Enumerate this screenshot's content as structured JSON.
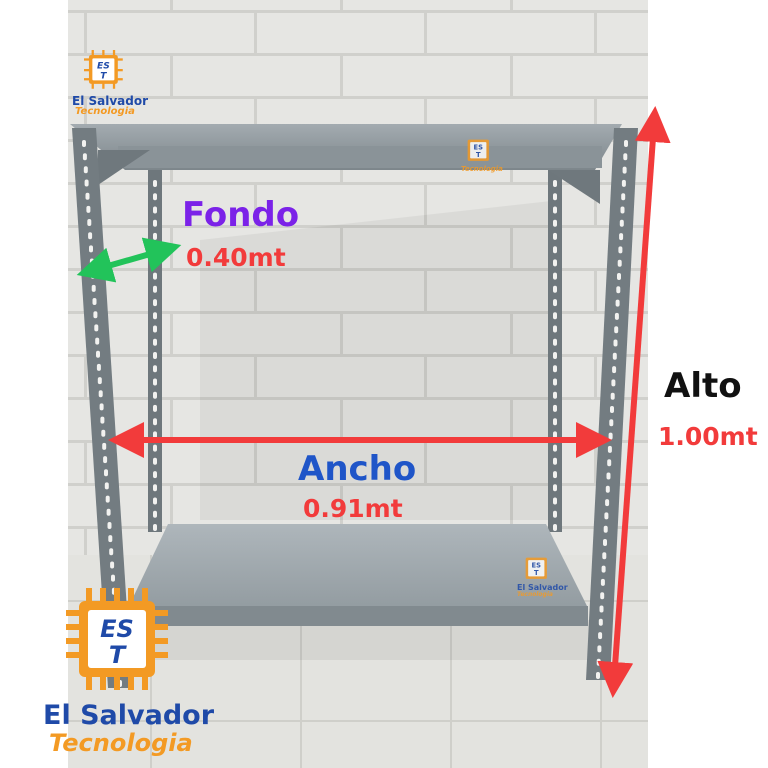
{
  "dimensions": {
    "fondo": {
      "label": "Fondo",
      "value": "0.40mt"
    },
    "ancho": {
      "label": "Ancho",
      "value": "0.91mt"
    },
    "alto": {
      "label": "Alto",
      "value": "1.00mt"
    }
  },
  "brand": {
    "monogram_top": "ES",
    "monogram_bottom": "T",
    "name_line1": "El Salvador",
    "name_line2": "Tecnologia"
  },
  "colors": {
    "fondo_label": "#7b22e8",
    "fondo_arrow": "#22c35a",
    "ancho_label": "#1f55c8",
    "measure_red": "#f23b3b",
    "alto_label": "#111111",
    "brand_orange": "#f39a24",
    "brand_blue": "#1f4aa8",
    "shelf_gray": "#7e878c"
  },
  "icons": {
    "logo": "chip-logo-icon",
    "arrow_fondo": "double-arrow-icon",
    "arrow_ancho": "double-arrow-icon",
    "arrow_alto": "double-arrow-icon"
  }
}
